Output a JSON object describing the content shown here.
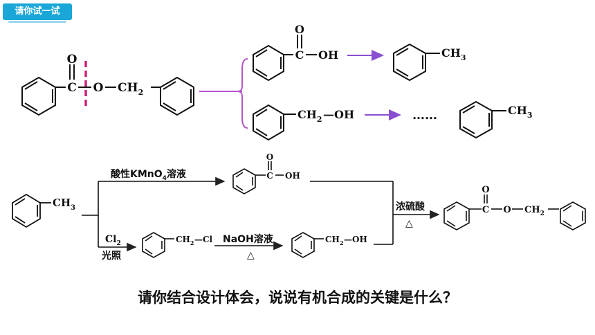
{
  "header": {
    "tag_label": "请你试一试"
  },
  "retrosynthesis": {
    "target_left": "C",
    "target_o_top": "O",
    "target_o_link": "O",
    "target_ch2": "CH",
    "target_ch2_sub": "2",
    "acid_c": "C",
    "acid_o_top": "O",
    "acid_oh": "OH",
    "toluene_ch3_a": "CH",
    "toluene_ch3_a_sub": "3",
    "alcohol_ch2": "CH",
    "alcohol_ch2_sub": "2",
    "alcohol_oh": "—OH",
    "ellipsis": "……",
    "toluene_ch3_b": "CH",
    "toluene_ch3_b_sub": "3"
  },
  "synthesis": {
    "start_ch3": "CH",
    "start_ch3_sub": "3",
    "reagent_top": "酸性KMnO",
    "reagent_top_sub": "4",
    "reagent_top_suffix": "溶液",
    "acid_c": "C",
    "acid_o_top": "O",
    "acid_oh": "OH",
    "cl2": "Cl",
    "cl2_sub": "2",
    "light": "光照",
    "chloride_ch2": "CH",
    "chloride_ch2_sub": "2",
    "chloride_cl": "—Cl",
    "naoh": "NaOH溶液",
    "heat_1": "△",
    "alcohol_ch2": "CH",
    "alcohol_ch2_sub": "2",
    "alcohol_oh": "—OH",
    "h2so4": "浓硫酸",
    "heat_2": "△",
    "product_c": "C",
    "product_o_top": "O",
    "product_o_link": "O",
    "product_ch2": "CH",
    "product_ch2_sub": "2"
  },
  "question": "请你结合设计体会，说说有机合成的关键是什么？",
  "colors": {
    "accent_cut": "#cc2277",
    "brace": "#b455c8",
    "arrow": "#8a4fd0",
    "tag": "#1aa7d8"
  }
}
